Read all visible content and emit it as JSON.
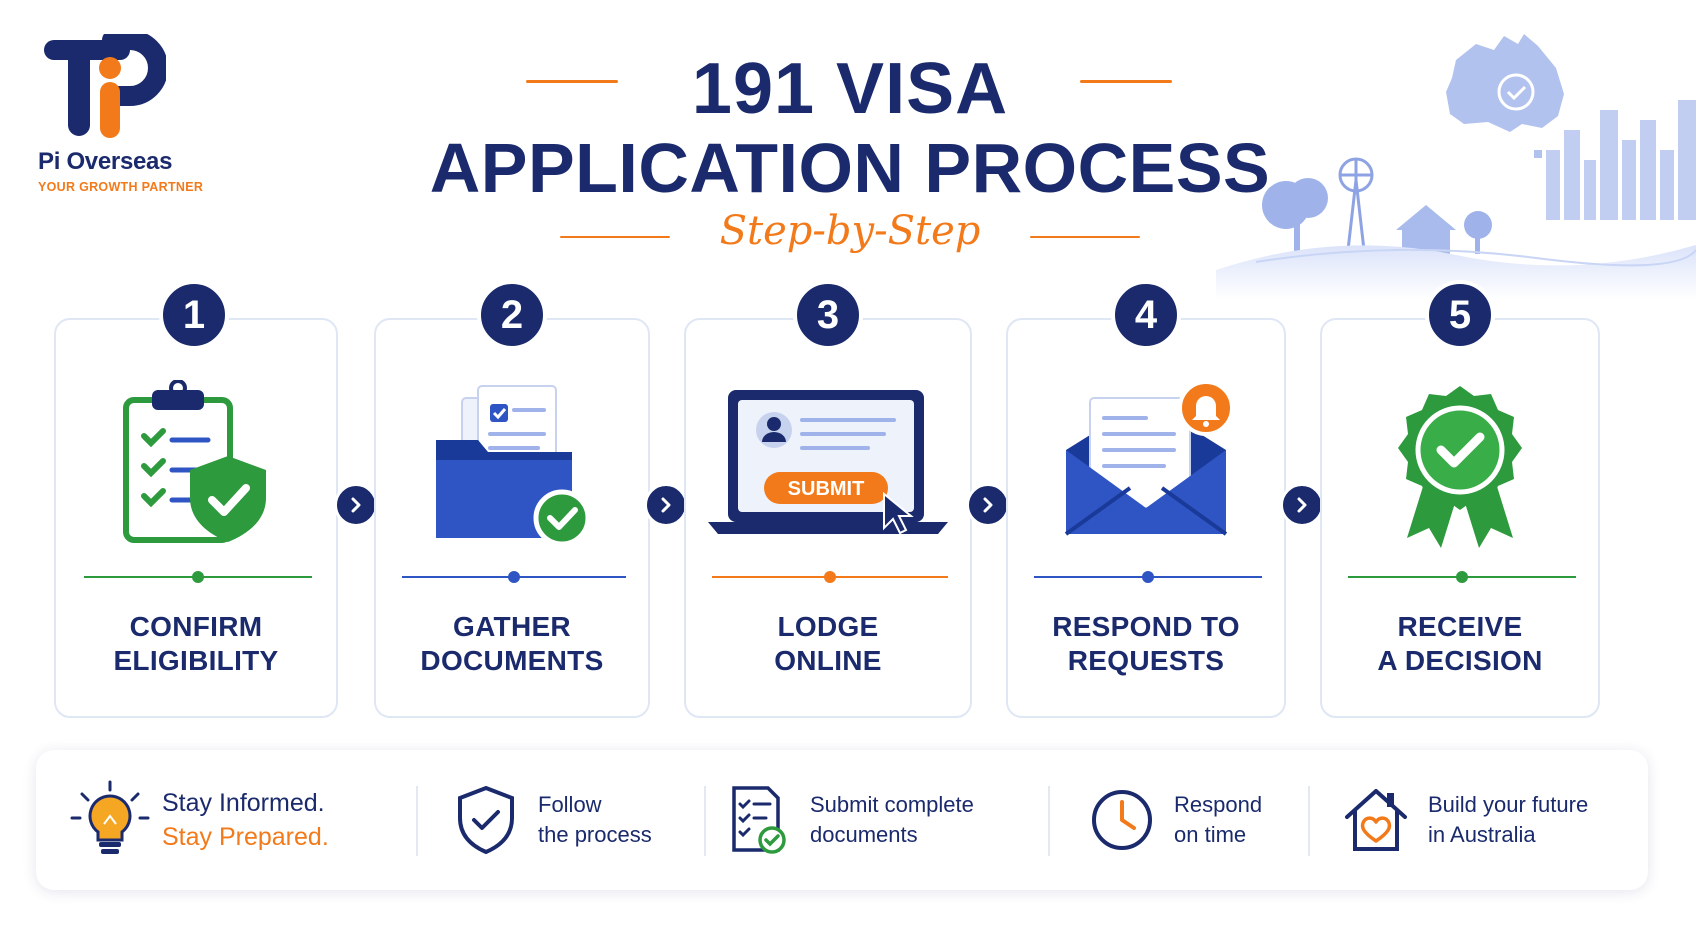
{
  "brand": {
    "name": "Pi Overseas",
    "tagline": "YOUR GROWTH PARTNER",
    "primary_color": "#1a2a6c",
    "accent_color": "#f27a1a",
    "success_color": "#2e9a3e"
  },
  "header": {
    "title_line1": "191 VISA",
    "title_line2": "APPLICATION PROCESS",
    "subtitle": "Step-by-Step"
  },
  "steps": [
    {
      "number": "1",
      "line1": "CONFIRM",
      "line2": "ELIGIBILITY",
      "icon": "clipboard-shield-icon",
      "accent": "#2e9a3e"
    },
    {
      "number": "2",
      "line1": "GATHER",
      "line2": "DOCUMENTS",
      "icon": "folder-documents-icon",
      "accent": "#2f55c4"
    },
    {
      "number": "3",
      "line1": "LODGE",
      "line2": "ONLINE",
      "icon": "laptop-submit-icon",
      "accent": "#f27a1a",
      "button_label": "SUBMIT"
    },
    {
      "number": "4",
      "line1": "RESPOND TO",
      "line2": "REQUESTS",
      "icon": "envelope-bell-icon",
      "accent": "#2f55c4"
    },
    {
      "number": "5",
      "line1": "RECEIVE",
      "line2": "A DECISION",
      "icon": "award-badge-icon",
      "accent": "#2e9a3e"
    }
  ],
  "tips": [
    {
      "icon": "lightbulb-icon",
      "line1": "Stay Informed.",
      "line2": "Stay Prepared."
    },
    {
      "icon": "shield-check-icon",
      "line1": "Follow",
      "line2": "the process"
    },
    {
      "icon": "checklist-icon",
      "line1": "Submit complete",
      "line2": "documents"
    },
    {
      "icon": "clock-icon",
      "line1": "Respond",
      "line2": "on time"
    },
    {
      "icon": "home-heart-icon",
      "line1": "Build your future",
      "line2": "in Australia"
    }
  ]
}
